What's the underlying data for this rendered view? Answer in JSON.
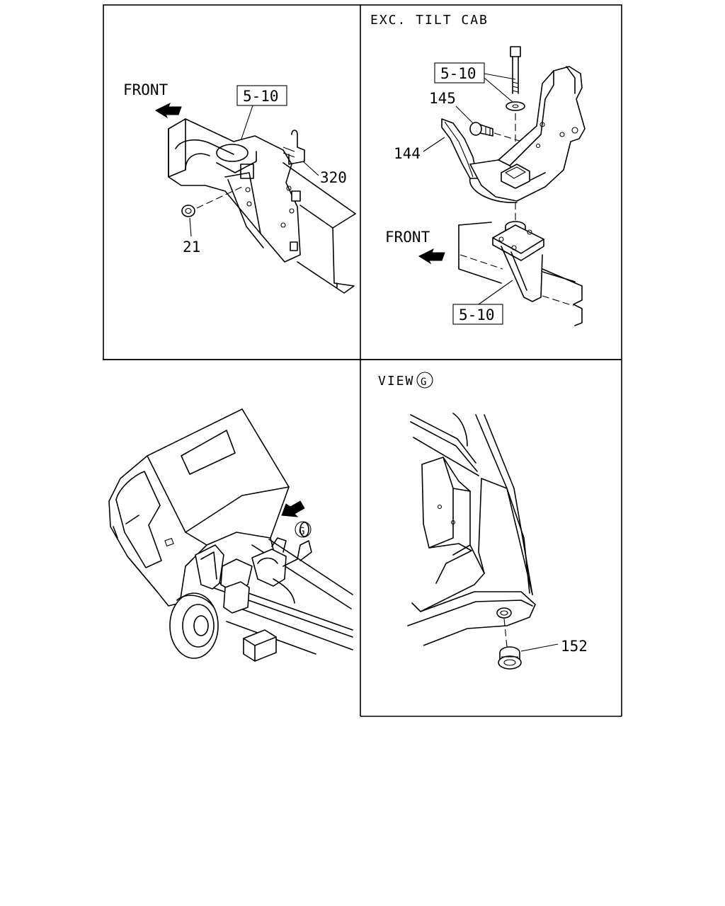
{
  "panels": {
    "top_left": {
      "front_label": "FRONT",
      "ref_box": "5-10",
      "callout_320": "320",
      "callout_21": "21"
    },
    "top_right": {
      "title": "EXC. TILT CAB",
      "ref_box_top": "5-10",
      "callout_145": "145",
      "callout_144": "144",
      "front_label": "FRONT",
      "ref_box_bottom": "5-10"
    },
    "bottom_left": {
      "view_marker": "G"
    },
    "bottom_right": {
      "title": "VIEW",
      "view_marker": "G",
      "callout_152": "152"
    }
  },
  "icons": [
    "front-arrow-icon",
    "view-direction-arrow-icon",
    "view-g-circle-icon"
  ]
}
